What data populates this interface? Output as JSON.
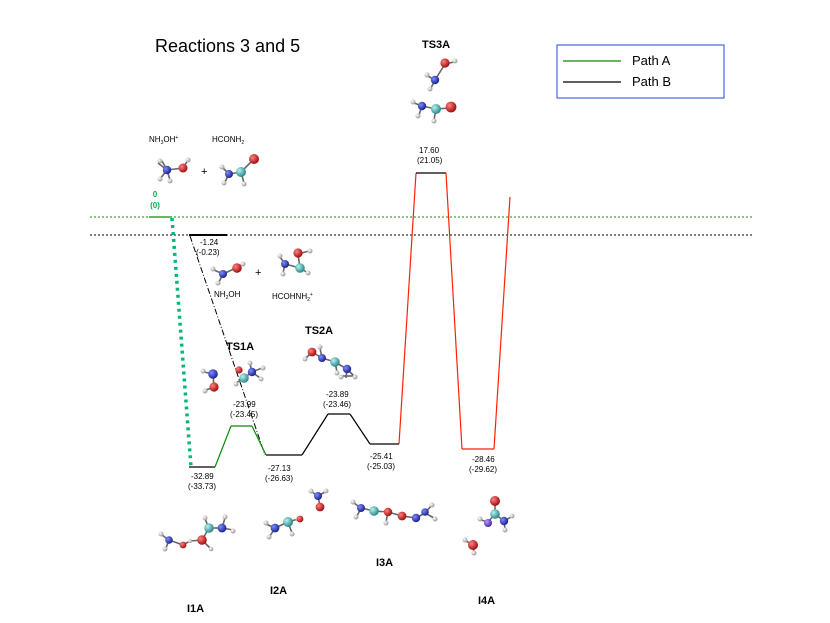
{
  "title": "Reactions 3 and 5",
  "legend": {
    "items": [
      {
        "label": "Path A",
        "color": "#0a8a0a"
      },
      {
        "label": "Path B",
        "color": "#000000"
      }
    ]
  },
  "reactants": {
    "species_1": {
      "base": "NH",
      "sub": "3",
      "tail": "OH",
      "sup": "+"
    },
    "plus": "+",
    "species_2": {
      "base": "HCONH",
      "sub": "2"
    }
  },
  "reference": {
    "energy": "0",
    "energy_paren": "(0)",
    "color": "#00b050"
  },
  "pathB_start": {
    "energy": "-1.24",
    "energy_paren": "(-0.23)",
    "species_1": {
      "base": "NH",
      "sub": "2",
      "tail": "OH"
    },
    "plus": "+",
    "species_2": {
      "base": "HCOHNH",
      "sub": "2",
      "sup": "+"
    }
  },
  "states": {
    "I1A": {
      "label": "I1A",
      "energy": "-32.89",
      "energy_paren": "(-33.73)"
    },
    "TS1A": {
      "label": "TS1A",
      "energy": "-23.99",
      "energy_paren": "(-23.45)"
    },
    "I2A": {
      "label": "I2A",
      "energy": "-27.13",
      "energy_paren": "(-26.63)"
    },
    "TS2A": {
      "label": "TS2A",
      "energy": "-23.89",
      "energy_paren": "(-23.46)"
    },
    "I3A": {
      "label": "I3A",
      "energy": "-25.41",
      "energy_paren": "(-25.03)"
    },
    "TS3A": {
      "label": "TS3A",
      "energy": "17.60",
      "energy_paren": "(21.05)"
    },
    "I4A": {
      "label": "I4A",
      "energy": "-28.46",
      "energy_paren": "(-29.62)"
    }
  },
  "colors": {
    "pathA": "#0a8a0a",
    "pathA_dotted": "#00b87a",
    "pathB": "#000000",
    "ts3a_path": "#ff2200",
    "nitrogen": "#1f2fb0",
    "oxygen": "#c81e1e",
    "carbon": "#3aa3a3",
    "hydrogen": "#dddddd"
  }
}
